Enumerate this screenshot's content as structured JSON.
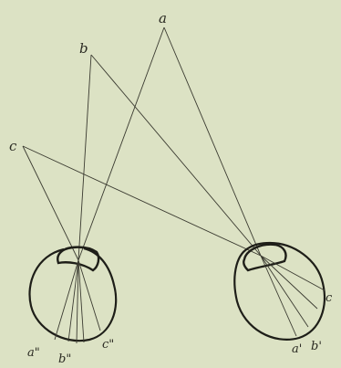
{
  "points": {
    "a": "a",
    "b": "b",
    "c": "c"
  },
  "left_eye_images": {
    "a": "a\"",
    "b": "b\"",
    "c": "c\""
  },
  "right_eye_images": {
    "a": "a'",
    "b": "b'",
    "c": "c"
  }
}
